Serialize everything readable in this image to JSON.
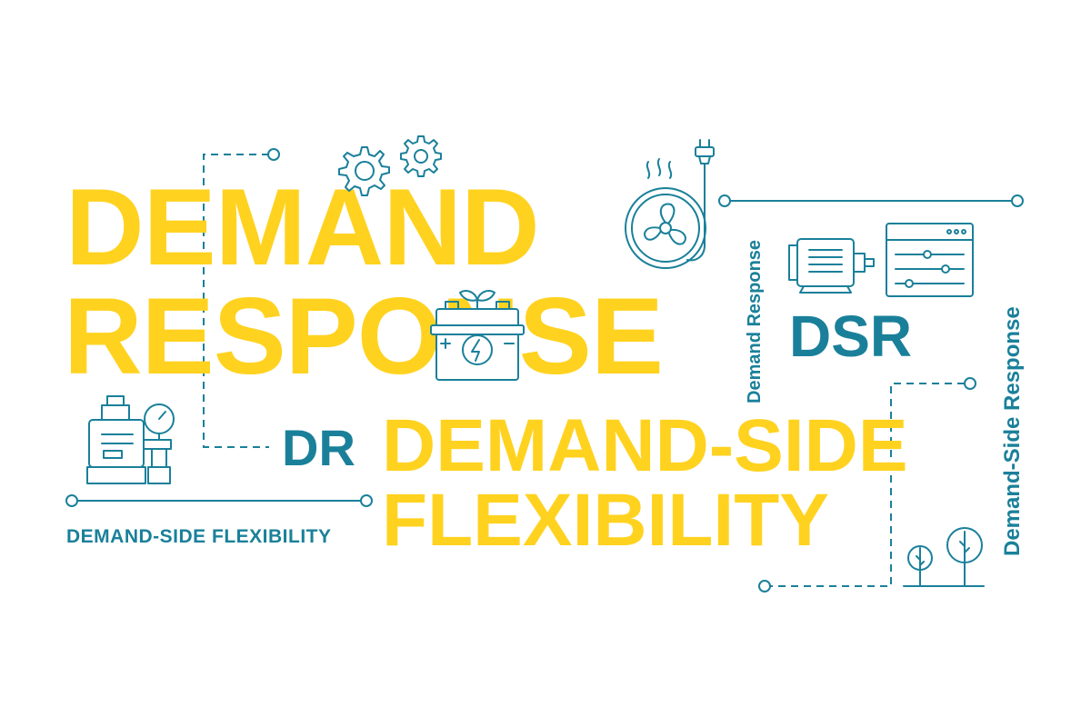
{
  "words": {
    "title_line1": "DEMAND",
    "title_line2": "RESPONSE",
    "dr": "DR",
    "dsf_line1": "DEMAND-SIDE",
    "dsf_line2": "FLEXIBILITY",
    "dsr": "DSR",
    "dsf_small": "DEMAND-SIDE FLEXIBILITY",
    "demand_response_vertical": "Demand Response",
    "demand_side_response_vertical": "Demand-Side Response"
  },
  "colors": {
    "accent_yellow": "#FFD21F",
    "accent_teal": "#1A809A",
    "background": "#FFFFFF"
  },
  "icons": [
    "gear-icon",
    "fan-heater-icon",
    "plug-icon",
    "battery-icon",
    "electric-motor-icon",
    "control-panel-icon",
    "water-pump-icon",
    "tree-icon"
  ]
}
